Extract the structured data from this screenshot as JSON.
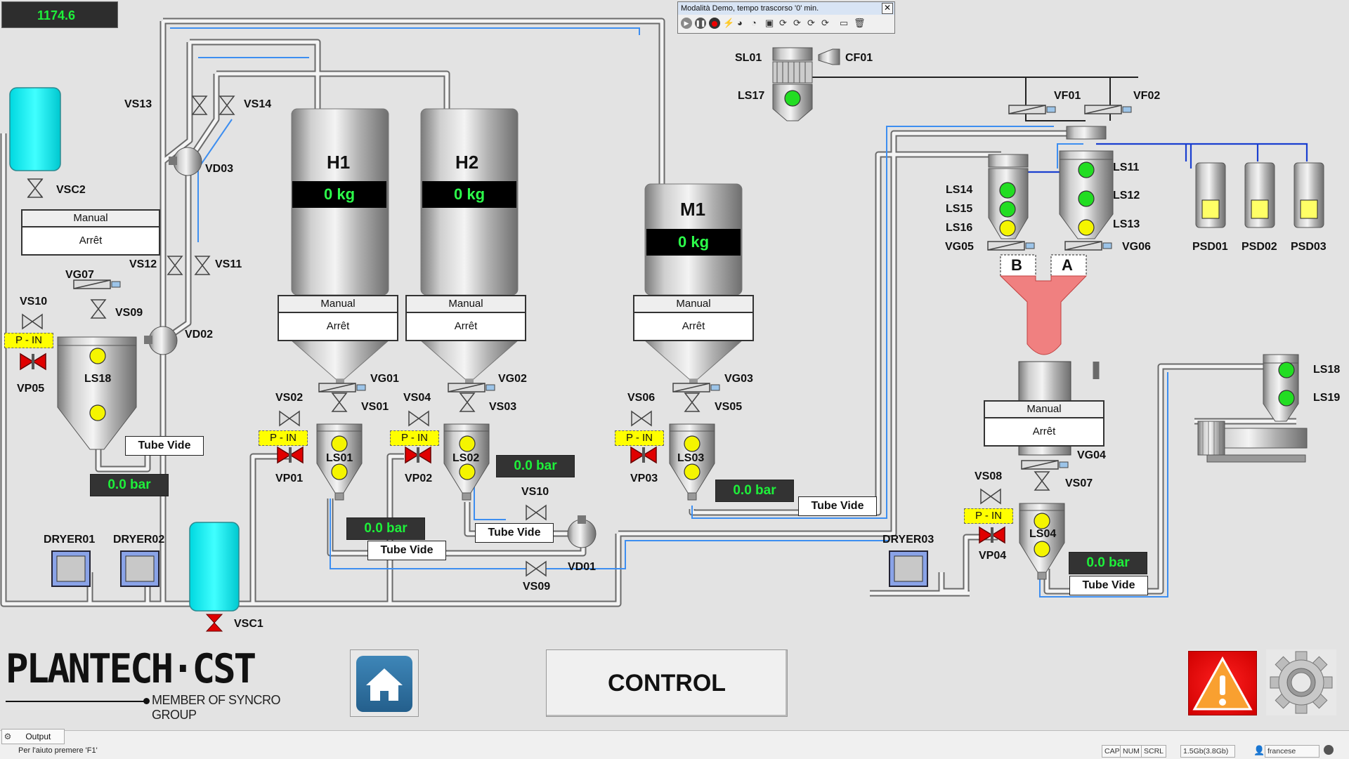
{
  "counter": "1174.6",
  "demo_window": {
    "title": "Modalità Demo, tempo trascorso '0' min.",
    "icons": [
      "play-icon",
      "pause-icon",
      "stop-icon",
      "lightning-icon",
      "pie-icon",
      "pie-icon",
      "screen-icon",
      "refresh-icon",
      "refresh-icon",
      "refresh-icon",
      "refresh-icon",
      "monitor-icon",
      "trash-icon"
    ]
  },
  "hoppers": [
    {
      "id": "H1",
      "weight": "0  kg"
    },
    {
      "id": "H2",
      "weight": "0  kg"
    },
    {
      "id": "M1",
      "weight": "0  kg"
    }
  ],
  "panels": {
    "manual": "Manual",
    "state": "Arrêt"
  },
  "pressures": [
    "0.0  bar",
    "0.0  bar",
    "0.0  bar",
    "0.0  bar",
    "0.0  bar"
  ],
  "tube_vide": "Tube Vide",
  "p_in": "P - IN",
  "labels": {
    "VSC2": "VSC2",
    "VSC1": "VSC1",
    "VS13": "VS13",
    "VS14": "VS14",
    "VD03": "VD03",
    "VS12": "VS12",
    "VS11": "VS11",
    "VG07": "VG07",
    "VS10": "VS10",
    "VS09": "VS09",
    "VD02": "VD02",
    "LS18": "LS18",
    "VP05": "VP05",
    "VG01": "VG01",
    "VS02": "VS02",
    "VS01": "VS01",
    "LS01": "LS01",
    "VP01": "VP01",
    "VG02": "VG02",
    "VS04": "VS04",
    "VS03": "VS03",
    "LS02": "LS02",
    "VP02": "VP02",
    "VG03": "VG03",
    "VS06": "VS06",
    "VS05": "VS05",
    "LS03": "LS03",
    "VP03": "VP03",
    "VS10b": "VS10",
    "VD01": "VD01",
    "VS09b": "VS09",
    "DRYER01": "DRYER01",
    "DRYER02": "DRYER02",
    "DRYER03": "DRYER03",
    "SL01": "SL01",
    "CF01": "CF01",
    "LS17": "LS17",
    "VF01": "VF01",
    "VF02": "VF02",
    "LS14": "LS14",
    "LS15": "LS15",
    "LS16": "LS16",
    "VG05": "VG05",
    "LS11": "LS11",
    "LS12": "LS12",
    "LS13": "LS13",
    "VG06": "VG06",
    "B": "B",
    "A": "A",
    "PSD01": "PSD01",
    "PSD02": "PSD02",
    "PSD03": "PSD03",
    "LS18b": "LS18",
    "LS19": "LS19",
    "VG04": "VG04",
    "VS08": "VS08",
    "VS07": "VS07",
    "LS04": "LS04",
    "VP04": "VP04"
  },
  "logo": {
    "main": "PLANTECH·CST",
    "sub": "MEMBER OF SYNCRO GROUP"
  },
  "buttons": {
    "home": "home-icon",
    "control": "CONTROL",
    "alarm": "warning-icon",
    "settings": "gear-icon"
  },
  "output_tab": "Output",
  "status": {
    "help": "Per l'aiuto premere 'F1'",
    "cap": "CAP",
    "num": "NUM",
    "scrl": "SCRL",
    "mem": "1.5Gb(3.8Gb)",
    "lang": "francese"
  },
  "colors": {
    "cyan_tank": "#00ffff",
    "led_green": "#22dd22",
    "led_yellow": "#f5f500",
    "valve_red": "#e00000",
    "funnel_red": "#f08080",
    "pipe_blue": "#3d8ef0"
  }
}
